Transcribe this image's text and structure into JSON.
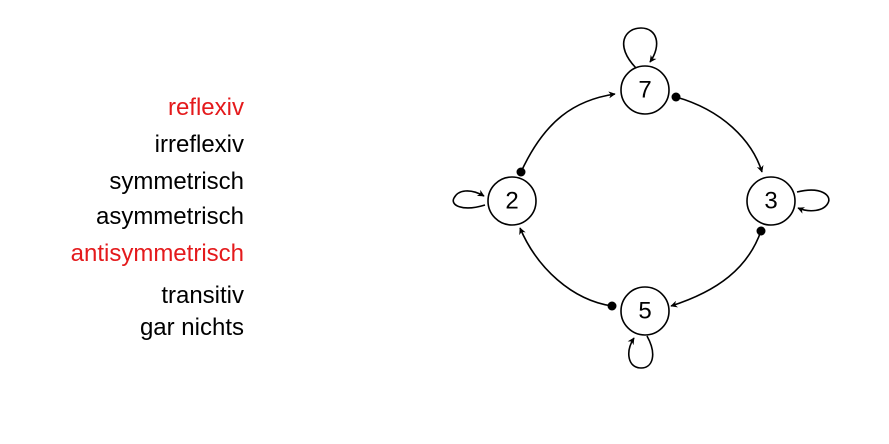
{
  "properties": [
    {
      "label": "reflexiv",
      "highlighted": true
    },
    {
      "label": "irreflexiv",
      "highlighted": false
    },
    {
      "label": "symmetrisch",
      "highlighted": false
    },
    {
      "label": "asymmetrisch",
      "highlighted": false
    },
    {
      "label": "antisymmetrisch",
      "highlighted": true
    },
    {
      "label": "transitiv",
      "highlighted": false
    },
    {
      "label": "gar nichts",
      "highlighted": false
    }
  ],
  "colors": {
    "highlight": "#e41a1c",
    "normal": "#000000"
  },
  "graph": {
    "nodes": [
      {
        "id": "n7",
        "label": "7"
      },
      {
        "id": "n2",
        "label": "2"
      },
      {
        "id": "n3",
        "label": "3"
      },
      {
        "id": "n5",
        "label": "5"
      }
    ],
    "edges": [
      {
        "from": "7",
        "to": "7"
      },
      {
        "from": "2",
        "to": "2"
      },
      {
        "from": "3",
        "to": "3"
      },
      {
        "from": "5",
        "to": "5"
      },
      {
        "from": "2",
        "to": "7"
      },
      {
        "from": "7",
        "to": "3"
      },
      {
        "from": "3",
        "to": "5"
      },
      {
        "from": "5",
        "to": "2"
      }
    ]
  }
}
